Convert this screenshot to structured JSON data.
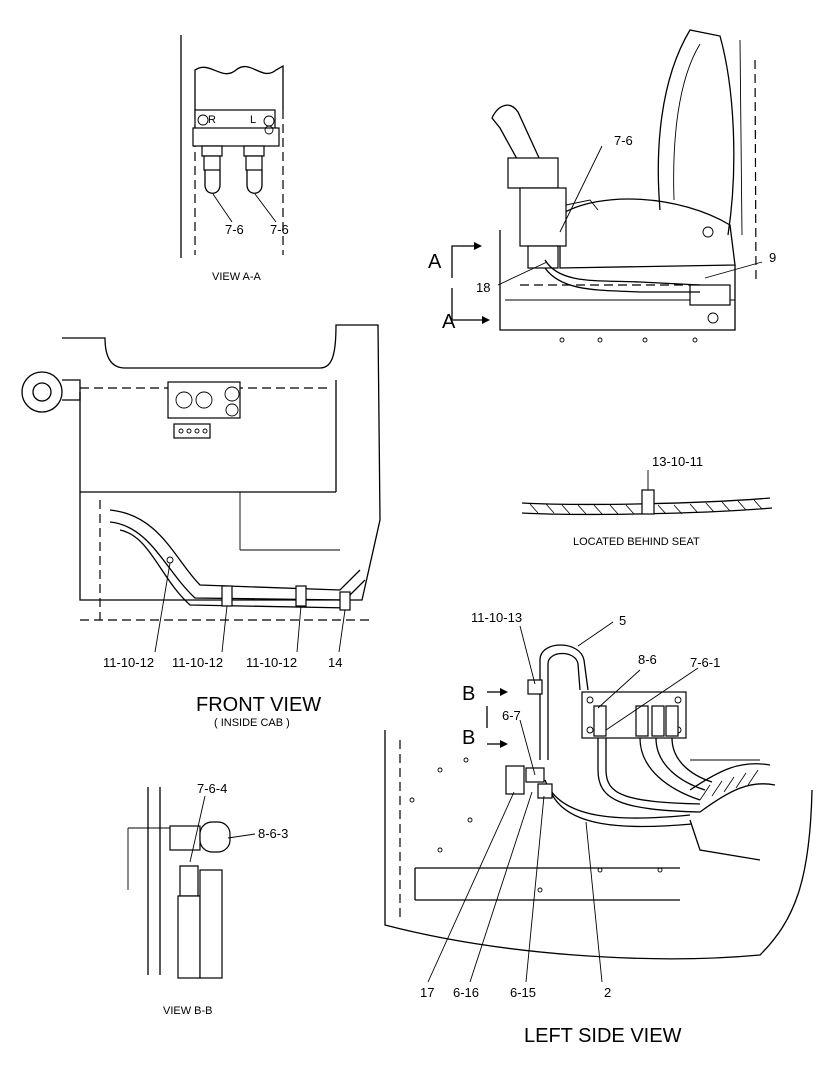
{
  "views": {
    "view_aa": {
      "caption": "VIEW  A-A",
      "callouts": [
        "7-6",
        "7-6"
      ],
      "port_letters": [
        "R",
        "L"
      ]
    },
    "seat_view": {
      "callouts": [
        "7-6",
        "9",
        "18"
      ],
      "section_letters": [
        "A",
        "A"
      ]
    },
    "front_view": {
      "title": "FRONT VIEW",
      "subtitle": "( INSIDE CAB )",
      "callouts": [
        "11-10-12",
        "11-10-12",
        "11-10-12",
        "14"
      ]
    },
    "behind_seat": {
      "callout": "13-10-11",
      "caption": "LOCATED BEHIND SEAT"
    },
    "view_bb": {
      "caption": "VIEW  B-B",
      "callouts": [
        "7-6-4",
        "8-6-3"
      ]
    },
    "left_side_view": {
      "title": "LEFT SIDE VIEW",
      "section_letters": [
        "B",
        "B"
      ],
      "callouts_top": [
        "11-10-13",
        "5",
        "8-6",
        "7-6-1",
        "6-7"
      ],
      "callouts_bottom": [
        "17",
        "6-16",
        "6-15",
        "2"
      ]
    }
  }
}
